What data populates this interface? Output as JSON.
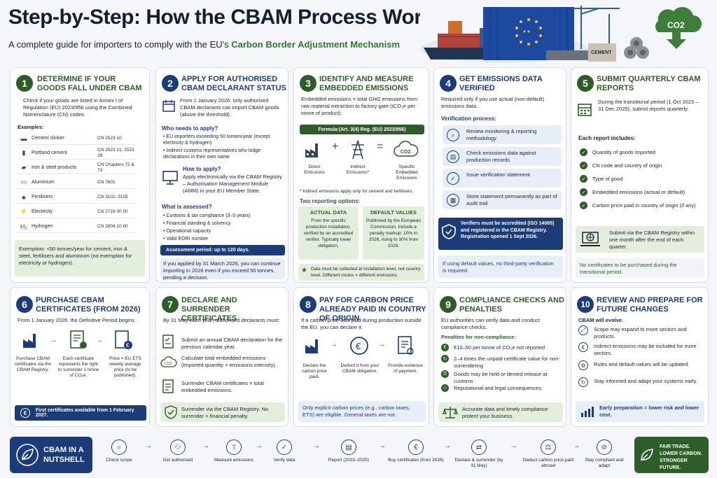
{
  "header": {
    "title": "Step-by-Step: How the CBAM Process Works",
    "subtitle_pre": "A complete guide for importers to comply with the EU's ",
    "subtitle_hl": "Carbon Border Adjustment Mechanism",
    "cement_label": "CEMENT",
    "co2": "CO2"
  },
  "s1": {
    "num": "1",
    "title": "Determine if your goods fall under CBAM",
    "intro": "Check if your goods are listed in Annex I of Regulation (EU) 2023/956 using the Combined Nomenclature (CN) codes.",
    "examples_label": "Examples:",
    "rows": [
      {
        "name": "Cement clinker",
        "code": "CN 2523 10"
      },
      {
        "name": "Portland cement",
        "code": "CN 2523 21, 2523 29"
      },
      {
        "name": "Iron & steel products",
        "code": "CN Chapters 72 & 73"
      },
      {
        "name": "Aluminium",
        "code": "CN 7601"
      },
      {
        "name": "Fertilisers",
        "code": "CN 3102–3105"
      },
      {
        "name": "Electricity",
        "code": "CN 2716 00 00"
      },
      {
        "name": "Hydrogen",
        "code": "CN 2804 10 00"
      }
    ],
    "exemption": "Exemption: <50 tonnes/year for cement, iron & steel, fertilisers and aluminium (no exemption for electricity or hydrogen)."
  },
  "s2": {
    "num": "2",
    "title": "Apply for authorised CBAM declarant status",
    "intro": "From 1 January 2026, only authorised CBAM declarants can import CBAM goods (above the threshold).",
    "who_label": "Who needs to apply?",
    "who": [
      "EU importers exceeding 50 tonnes/year (except electricity & hydrogen)",
      "Indirect customs representatives who lodge declarations in their own name"
    ],
    "how_label": "How to apply?",
    "how": "Apply electronically via the CBAM Registry – Authorisation Management Module (AMM) in your EU Member State.",
    "assessed_label": "What is assessed?",
    "assessed": [
      "Customs & tax compliance (3–5 years)",
      "Financial standing & solvency",
      "Operational capacity",
      "Valid EORI number"
    ],
    "period": "Assessment period: up to 120 days.",
    "note": "If you applied by 31 March 2026, you can continue importing in 2026 even if you exceed 50 tonnes, pending a decision."
  },
  "s3": {
    "num": "3",
    "title": "Identify and measure embedded emissions",
    "intro": "Embedded emissions = total GHG emissions from raw material extraction to factory gate (tCO₂e per tonne of product).",
    "formula": "Formula (Art. 3(4) Reg. (EU) 2023/956)",
    "direct": "Direct Emissions",
    "indirect": "Indirect Emissions*",
    "specific": "Specific Embedded Emissions",
    "co2": "CO2",
    "footnote": "* Indirect emissions apply only for cement and fertilisers.",
    "options_label": "Two reporting options:",
    "actual_title": "ACTUAL DATA",
    "actual_text": "From the specific production installation, verified by an accredited verifier. Typically lower obligation.",
    "default_title": "DEFAULT VALUES",
    "default_text": "Published by the European Commission. Include a penalty markup: 10% in 2026, rising to 30% from 2028.",
    "bottom": "Data must be collected at installation level, not country level. Different routes = different emissions."
  },
  "s4": {
    "num": "4",
    "title": "Get emissions data verified",
    "intro": "Required only if you use actual (non-default) emissions data.",
    "process_label": "Verification process:",
    "steps": [
      "Review monitoring & reporting methodology",
      "Check emissions data against production records",
      "Issue verification statement",
      "Store statement permanently as part of audit trail"
    ],
    "accredited": "Verifiers must be accredited (ISO 14065) and registered in the CBAM Registry. Registration opened 1 Sept 2026.",
    "note": "If using default values, no third-party verification is required."
  },
  "s5": {
    "num": "5",
    "title": "Submit quarterly CBAM reports",
    "intro": "During the transitional period (1 Oct 2023 – 31 Dec 2025), submit reports quarterly.",
    "includes_label": "Each report includes:",
    "items": [
      "Quantity of goods imported",
      "CN code and country of origin",
      "Type of good",
      "Embedded emissions (actual or default)",
      "Carbon price paid in country of origin (if any)"
    ],
    "submit": "Submit via the CBAM Registry within one month after the end of each quarter.",
    "note": "No certificates to be purchased during the transitional period."
  },
  "s6": {
    "num": "6",
    "title": "Purchase CBAM certificates (from 2026)",
    "intro": "From 1 January 2026, the Definitive Period begins.",
    "flow": [
      "Purchase CBAM certificates via the CBAM Registry.",
      "Each certificate represents the right to surrender 1 tonne of CO₂e.",
      "Price = EU ETS weekly average price (to be published)."
    ],
    "note": "First certificates available from 1 February 2027."
  },
  "s7": {
    "num": "7",
    "title": "Declare and surrender certificates",
    "intro": "By 31 May each year, authorised declarants must:",
    "items": [
      "Submit an annual CBAM declaration for the previous calendar year.",
      "Calculate total embedded emissions (imported quantity × emissions intensity).",
      "Surrender CBAM certificates = total embedded emissions."
    ],
    "co2": "CO2",
    "note": "Surrender via the CBAM Registry. No surrender = financial penalty."
  },
  "s8": {
    "num": "8",
    "title": "Pay for carbon price already paid in country of origin",
    "intro": "If a carbon price was paid during production outside the EU, you can declare it.",
    "flow": [
      "Declare the carbon price paid.",
      "Deduct it from your CBAM obligation.",
      "Provide evidence of payment."
    ],
    "euro": "€",
    "note": "Only explicit carbon prices (e.g., carbon taxes, ETS) are eligible. General taxes are not."
  },
  "s9": {
    "num": "9",
    "title": "Compliance checks and penalties",
    "intro": "EU authorities can verify data and conduct compliance checks.",
    "penalties_label": "Penalties for non-compliance:",
    "items": [
      "€10–50 per tonne of CO₂e not reported",
      "2–4 times the unpaid certificate value for non-surrendering",
      "Goods may be held or denied release at customs",
      "Reputational and legal consequences"
    ],
    "note": "Accurate data and timely compliance protect your business."
  },
  "s10": {
    "num": "10",
    "title": "Review and prepare for future changes",
    "intro": "CBAM will evolve.",
    "items": [
      "Scope may expand to more sectors and products.",
      "Indirect emissions may be included for more sectors.",
      "Rules and default values will be updated.",
      "Stay informed and adapt your systems early."
    ],
    "note": "Early preparation = lower risk and lower cost."
  },
  "footer": {
    "badge": "CBAM IN A NUTSHELL",
    "steps": [
      "Check scope",
      "Get authorised",
      "Measure emissions",
      "Verify data",
      "Report (2023–2025)",
      "Buy certificates (from 2026)",
      "Declare & surrender (by 31 May)",
      "Deduct carbon price paid abroad",
      "Stay compliant and adapt"
    ],
    "tagline": "FAIR TRADE. LOWER CARBON. STRONGER FUTURE."
  }
}
